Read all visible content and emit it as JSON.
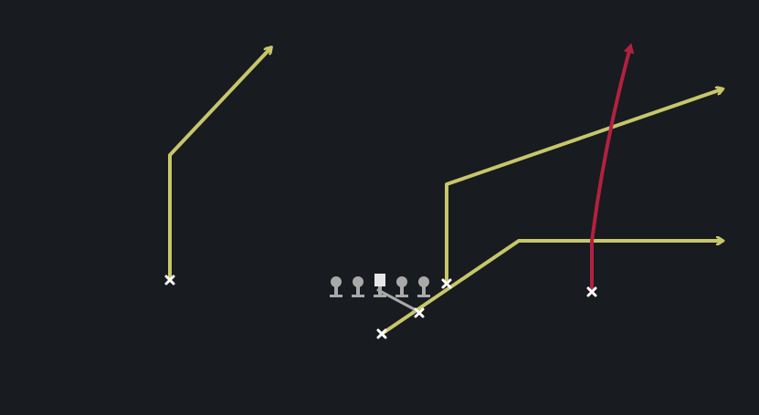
{
  "colors": {
    "background": "#181b20",
    "route_primary": "#c7c66a",
    "route_hot": "#b3213f",
    "player_marker": "#ffffff",
    "lineman": "#a9a9a9"
  },
  "routes": [
    {
      "name": "left-wr-route",
      "color": "route_primary",
      "style": "arrow"
    },
    {
      "name": "slot-wr-route",
      "color": "route_primary",
      "style": "arrow"
    },
    {
      "name": "rb-route",
      "color": "route_primary",
      "style": "arrow"
    },
    {
      "name": "right-wr-route",
      "color": "route_hot",
      "style": "arrow"
    },
    {
      "name": "qb-motion",
      "color": "lineman",
      "style": "line"
    }
  ],
  "players": [
    {
      "name": "left-wr-marker",
      "icon": "x-mark"
    },
    {
      "name": "slot-wr-marker",
      "icon": "x-mark"
    },
    {
      "name": "qb-marker",
      "icon": "x-mark"
    },
    {
      "name": "rb-marker",
      "icon": "x-mark"
    },
    {
      "name": "right-wr-marker",
      "icon": "x-mark"
    }
  ],
  "linemen": [
    {
      "name": "left-tackle",
      "icon": "lineman-pin"
    },
    {
      "name": "left-guard",
      "icon": "lineman-pin"
    },
    {
      "name": "center",
      "icon": "center-square"
    },
    {
      "name": "right-guard",
      "icon": "lineman-pin"
    },
    {
      "name": "right-tackle",
      "icon": "lineman-pin"
    }
  ]
}
